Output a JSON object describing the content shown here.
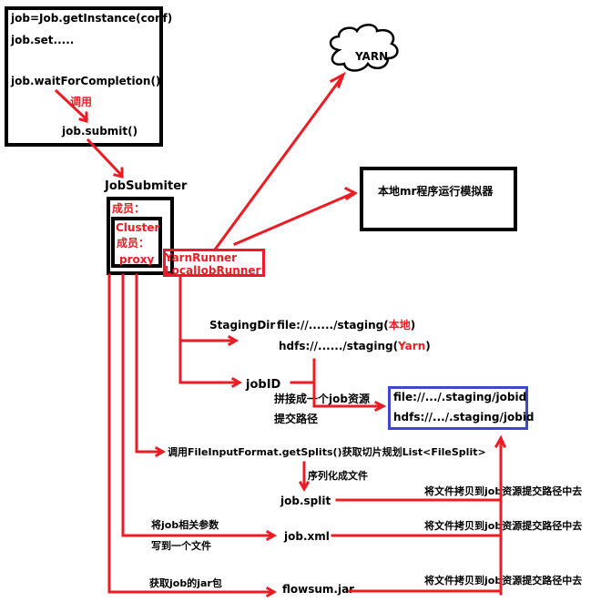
{
  "colors": {
    "arrow": "#ed1c24",
    "box": "#000000",
    "resource_box": "#3f48cc",
    "highlight_text": "#ed1c24"
  },
  "client_box": {
    "line1": "job=Job.getInstance(conf)",
    "line2": "job.set.....",
    "line3": "job.waitForCompletion()",
    "call_label": "调用",
    "line4": "job.submit()"
  },
  "job_submitter": {
    "title": "JobSubmiter",
    "member_label": "成员：",
    "cluster": {
      "title": "Cluster",
      "member_label": "成员：",
      "member": "proxy"
    }
  },
  "runner_box": {
    "line1": "YarnRunner",
    "line2": "LocalJobRunner"
  },
  "yarn_cloud": {
    "label": "YARN"
  },
  "local_sim_box": {
    "label": "本地mr程序运行模拟器"
  },
  "staging": {
    "label": "StagingDir",
    "local_path": "file://....../staging(",
    "local_tag": "本地",
    "close1": ")",
    "yarn_path": "hdfs://....../staging(",
    "yarn_tag": "Yarn",
    "close2": ")"
  },
  "job_id": {
    "label": "jobID",
    "desc_line1": "拼接成一个job资源",
    "desc_line2": "提交路径"
  },
  "resource_box": {
    "line1": "file://.../.staging/jobid",
    "line2": "hdfs://.../.staging/jobid"
  },
  "splits": {
    "label": "调用FileInputFormat.getSplits()获取切片规划List<FileSplit>",
    "serialize_label": "序列化成文件",
    "file": "job.split",
    "copy_label": "将文件拷贝到job资源提交路径中去"
  },
  "xml": {
    "desc_line1": "将job相关参数",
    "desc_line2": "写到一个文件",
    "file": "job.xml",
    "copy_label": "将文件拷贝到job资源提交路径中去"
  },
  "jar": {
    "desc": "获取job的jar包",
    "file": "flowsum.jar",
    "copy_label": "将文件拷贝到job资源提交路径中去"
  }
}
